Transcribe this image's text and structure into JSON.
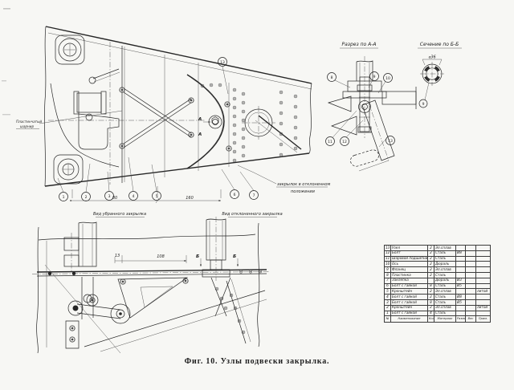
{
  "figure": {
    "caption": "Фиг. 10. Узлы подвески закрылка."
  },
  "top_view": {
    "label_hinge_line1": "Пластинчатый",
    "label_hinge_line2": "шарнир",
    "note_line1": "закрылок в отклоненном",
    "note_line2": "положении",
    "dim_80": "80",
    "dim_160": "160",
    "balloon_13": "13",
    "section_letter": "А",
    "balloons": [
      "1",
      "2",
      "3",
      "4",
      "5",
      "6",
      "7"
    ]
  },
  "section_aa": {
    "title": "Разрез по А-А",
    "balloons": [
      "8",
      "9",
      "10",
      "11",
      "12",
      "13"
    ]
  },
  "section_bb": {
    "title": "Сечение по Б-Б",
    "dim_diameter": "⌀36",
    "balloon": "9"
  },
  "side_view": {
    "label_left": "Вид убранного закрылка",
    "label_right": "Вид отклоненного закрылка",
    "dim_13": "13",
    "dim_108": "108",
    "mark_b": "Б"
  },
  "parts_table": {
    "headers": [
      "№",
      "Наименование",
      "Кол.",
      "Материал",
      "Размер",
      "Вес",
      "Прим."
    ],
    "rows": [
      [
        "13",
        "Узел",
        "2",
        "Эл.сплав",
        "",
        "",
        ""
      ],
      [
        "12",
        "Болт",
        "2",
        "Сталь",
        "Ø8",
        "",
        ""
      ],
      [
        "11",
        "Шаровой подшипник",
        "2",
        "Сталь",
        "",
        "",
        ""
      ],
      [
        "10",
        "Ось",
        "2",
        "Дюраль",
        "",
        "",
        ""
      ],
      [
        "9",
        "Фланец",
        "2",
        "Эл.сплав",
        "",
        "",
        ""
      ],
      [
        "8",
        "Пластинка",
        "2",
        "Сталь",
        "",
        "",
        ""
      ],
      [
        "7",
        "Заклепка",
        "",
        "Дюраль",
        "Ø3",
        "",
        ""
      ],
      [
        "6",
        "Болт с гайкой",
        "8",
        "Сталь",
        "Ø5",
        "",
        ""
      ],
      [
        "5",
        "Кронштейн",
        "2",
        "Эл.сплав",
        "",
        "",
        "литой"
      ],
      [
        "4",
        "Болт с гайкой",
        "2",
        "Сталь",
        "Ø8",
        "",
        ""
      ],
      [
        "3",
        "Болт с гайкой",
        "8",
        "Сталь",
        "Ø5",
        "",
        ""
      ],
      [
        "2",
        "Кронштейн",
        "2",
        "Эл.сплав",
        "",
        "",
        "литой"
      ],
      [
        "1",
        "Болт с гайкой",
        "4",
        "Сталь",
        "",
        "",
        ""
      ]
    ]
  }
}
